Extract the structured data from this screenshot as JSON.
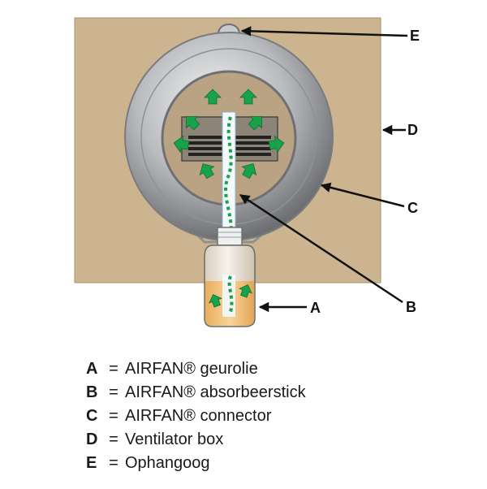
{
  "colors": {
    "box": "#cdb491",
    "box_border": "#a9916f",
    "ring_outer": "#aeb0b3",
    "ring_inner": "#6e7073",
    "arrow_green": "#17a34a",
    "stick": "#f4f9fc",
    "oil": "#f2c27a",
    "bottle": "#efe7dc"
  },
  "callouts": [
    {
      "letter": "A"
    },
    {
      "letter": "B"
    },
    {
      "letter": "C"
    },
    {
      "letter": "D"
    },
    {
      "letter": "E"
    }
  ],
  "legend": [
    {
      "letter": "A",
      "eq": "=",
      "text": "AIRFAN® geurolie"
    },
    {
      "letter": "B",
      "eq": "=",
      "text": "AIRFAN® absorbeerstick"
    },
    {
      "letter": "C",
      "eq": "=",
      "text": "AIRFAN® connector"
    },
    {
      "letter": "D",
      "eq": "=",
      "text": "Ventilator box"
    },
    {
      "letter": "E",
      "eq": "=",
      "text": "Ophangoog"
    }
  ]
}
